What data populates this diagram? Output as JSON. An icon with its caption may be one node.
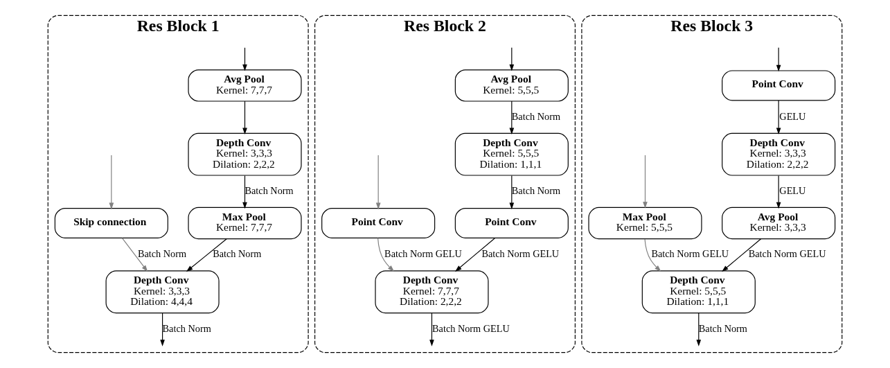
{
  "diagram": {
    "nodes": [
      {
        "text": [
          "Res Block 1"
        ]
      },
      {
        "text": [
          "Avg Pool",
          "Kernel: 7,7,7"
        ],
        "in": 0
      },
      {
        "text": [
          "Depth Conv",
          "Kernel: 3,3,3",
          "Dilation: 2,2,2"
        ],
        "in": 0
      },
      {
        "text": [
          "Skip connection"
        ],
        "in": 0
      },
      {
        "text": [
          "Max Pool",
          "Kernel: 7,7,7"
        ],
        "in": 0
      },
      {
        "text": [
          "Depth Conv",
          "Kernel: 3,3,3",
          "Dilation: 4,4,4"
        ],
        "in": 0
      },
      {
        "text": [
          "Res Block 2"
        ]
      },
      {
        "text": [
          "Avg Pool",
          "Kernel: 5,5,5"
        ],
        "in": 6
      },
      {
        "text": [
          "Depth Conv",
          "Kernel: 5,5,5",
          "Dilation: 1,1,1"
        ],
        "in": 6
      },
      {
        "text": [
          "Point Conv"
        ],
        "in": 6
      },
      {
        "text": [
          "Point Conv"
        ],
        "in": 6
      },
      {
        "text": [
          "Depth Conv",
          "Kernel: 7,7,7",
          "Dilation: 2,2,2"
        ],
        "in": 6
      },
      {
        "text": [
          "Res Block 3"
        ]
      },
      {
        "text": [
          "Point Conv"
        ],
        "in": 12
      },
      {
        "text": [
          "Depth Conv",
          "Kernel: 3,3,3",
          "Dilation: 2,2,2"
        ],
        "in": 12
      },
      {
        "text": [
          "Max Pool",
          "Kernel: 5,5,5"
        ],
        "in": 12
      },
      {
        "text": [
          "Avg Pool",
          "Kernel: 3,3,3"
        ],
        "in": 12
      },
      {
        "text": [
          "Depth Conv",
          "Kernel: 5,5,5",
          "Dilation: 1,1,1"
        ],
        "in": 12
      }
    ],
    "edges": [
      {
        "from": null,
        "to": 1,
        "arrow": "to"
      },
      {
        "from": null,
        "to": 3,
        "arrow": "to",
        "color": "#808080"
      },
      {
        "from": 1,
        "to": 2,
        "arrow": "to"
      },
      {
        "from": 2,
        "to": 4,
        "arrow": "to",
        "label": "Batch Norm"
      },
      {
        "from": 4,
        "to": 5,
        "arrow": "to",
        "label": "Batch Norm"
      },
      {
        "from": 3,
        "to": 5,
        "arrow": "to",
        "label": "Batch Norm",
        "color": "#808080"
      },
      {
        "from": 5,
        "to": null,
        "arrow": "to",
        "label": "Batch Norm"
      },
      {
        "from": null,
        "to": 7,
        "arrow": "to"
      },
      {
        "from": null,
        "to": 9,
        "arrow": "to",
        "color": "#808080"
      },
      {
        "from": 7,
        "to": 8,
        "arrow": "to",
        "label": "Batch Norm"
      },
      {
        "from": 8,
        "to": 10,
        "arrow": "to",
        "label": "Batch Norm"
      },
      {
        "from": 10,
        "to": 11,
        "arrow": "to",
        "label": "Batch Norm GELU"
      },
      {
        "from": 9,
        "to": 11,
        "arrow": "to",
        "label": "Batch Norm GELU",
        "color": "#808080"
      },
      {
        "from": 11,
        "to": null,
        "arrow": "to",
        "label": "Batch Norm GELU"
      },
      {
        "from": null,
        "to": 13,
        "arrow": "to"
      },
      {
        "from": null,
        "to": 15,
        "arrow": "to",
        "color": "#808080"
      },
      {
        "from": 13,
        "to": 14,
        "arrow": "to",
        "label": "GELU"
      },
      {
        "from": 14,
        "to": 16,
        "arrow": "to",
        "label": "GELU"
      },
      {
        "from": 16,
        "to": 17,
        "arrow": "to",
        "label": "Batch Norm GELU"
      },
      {
        "from": 15,
        "to": 17,
        "arrow": "to",
        "label": "Batch Norm GELU",
        "color": "#808080"
      },
      {
        "from": 17,
        "to": null,
        "arrow": "to",
        "label": "Batch Norm"
      }
    ]
  }
}
